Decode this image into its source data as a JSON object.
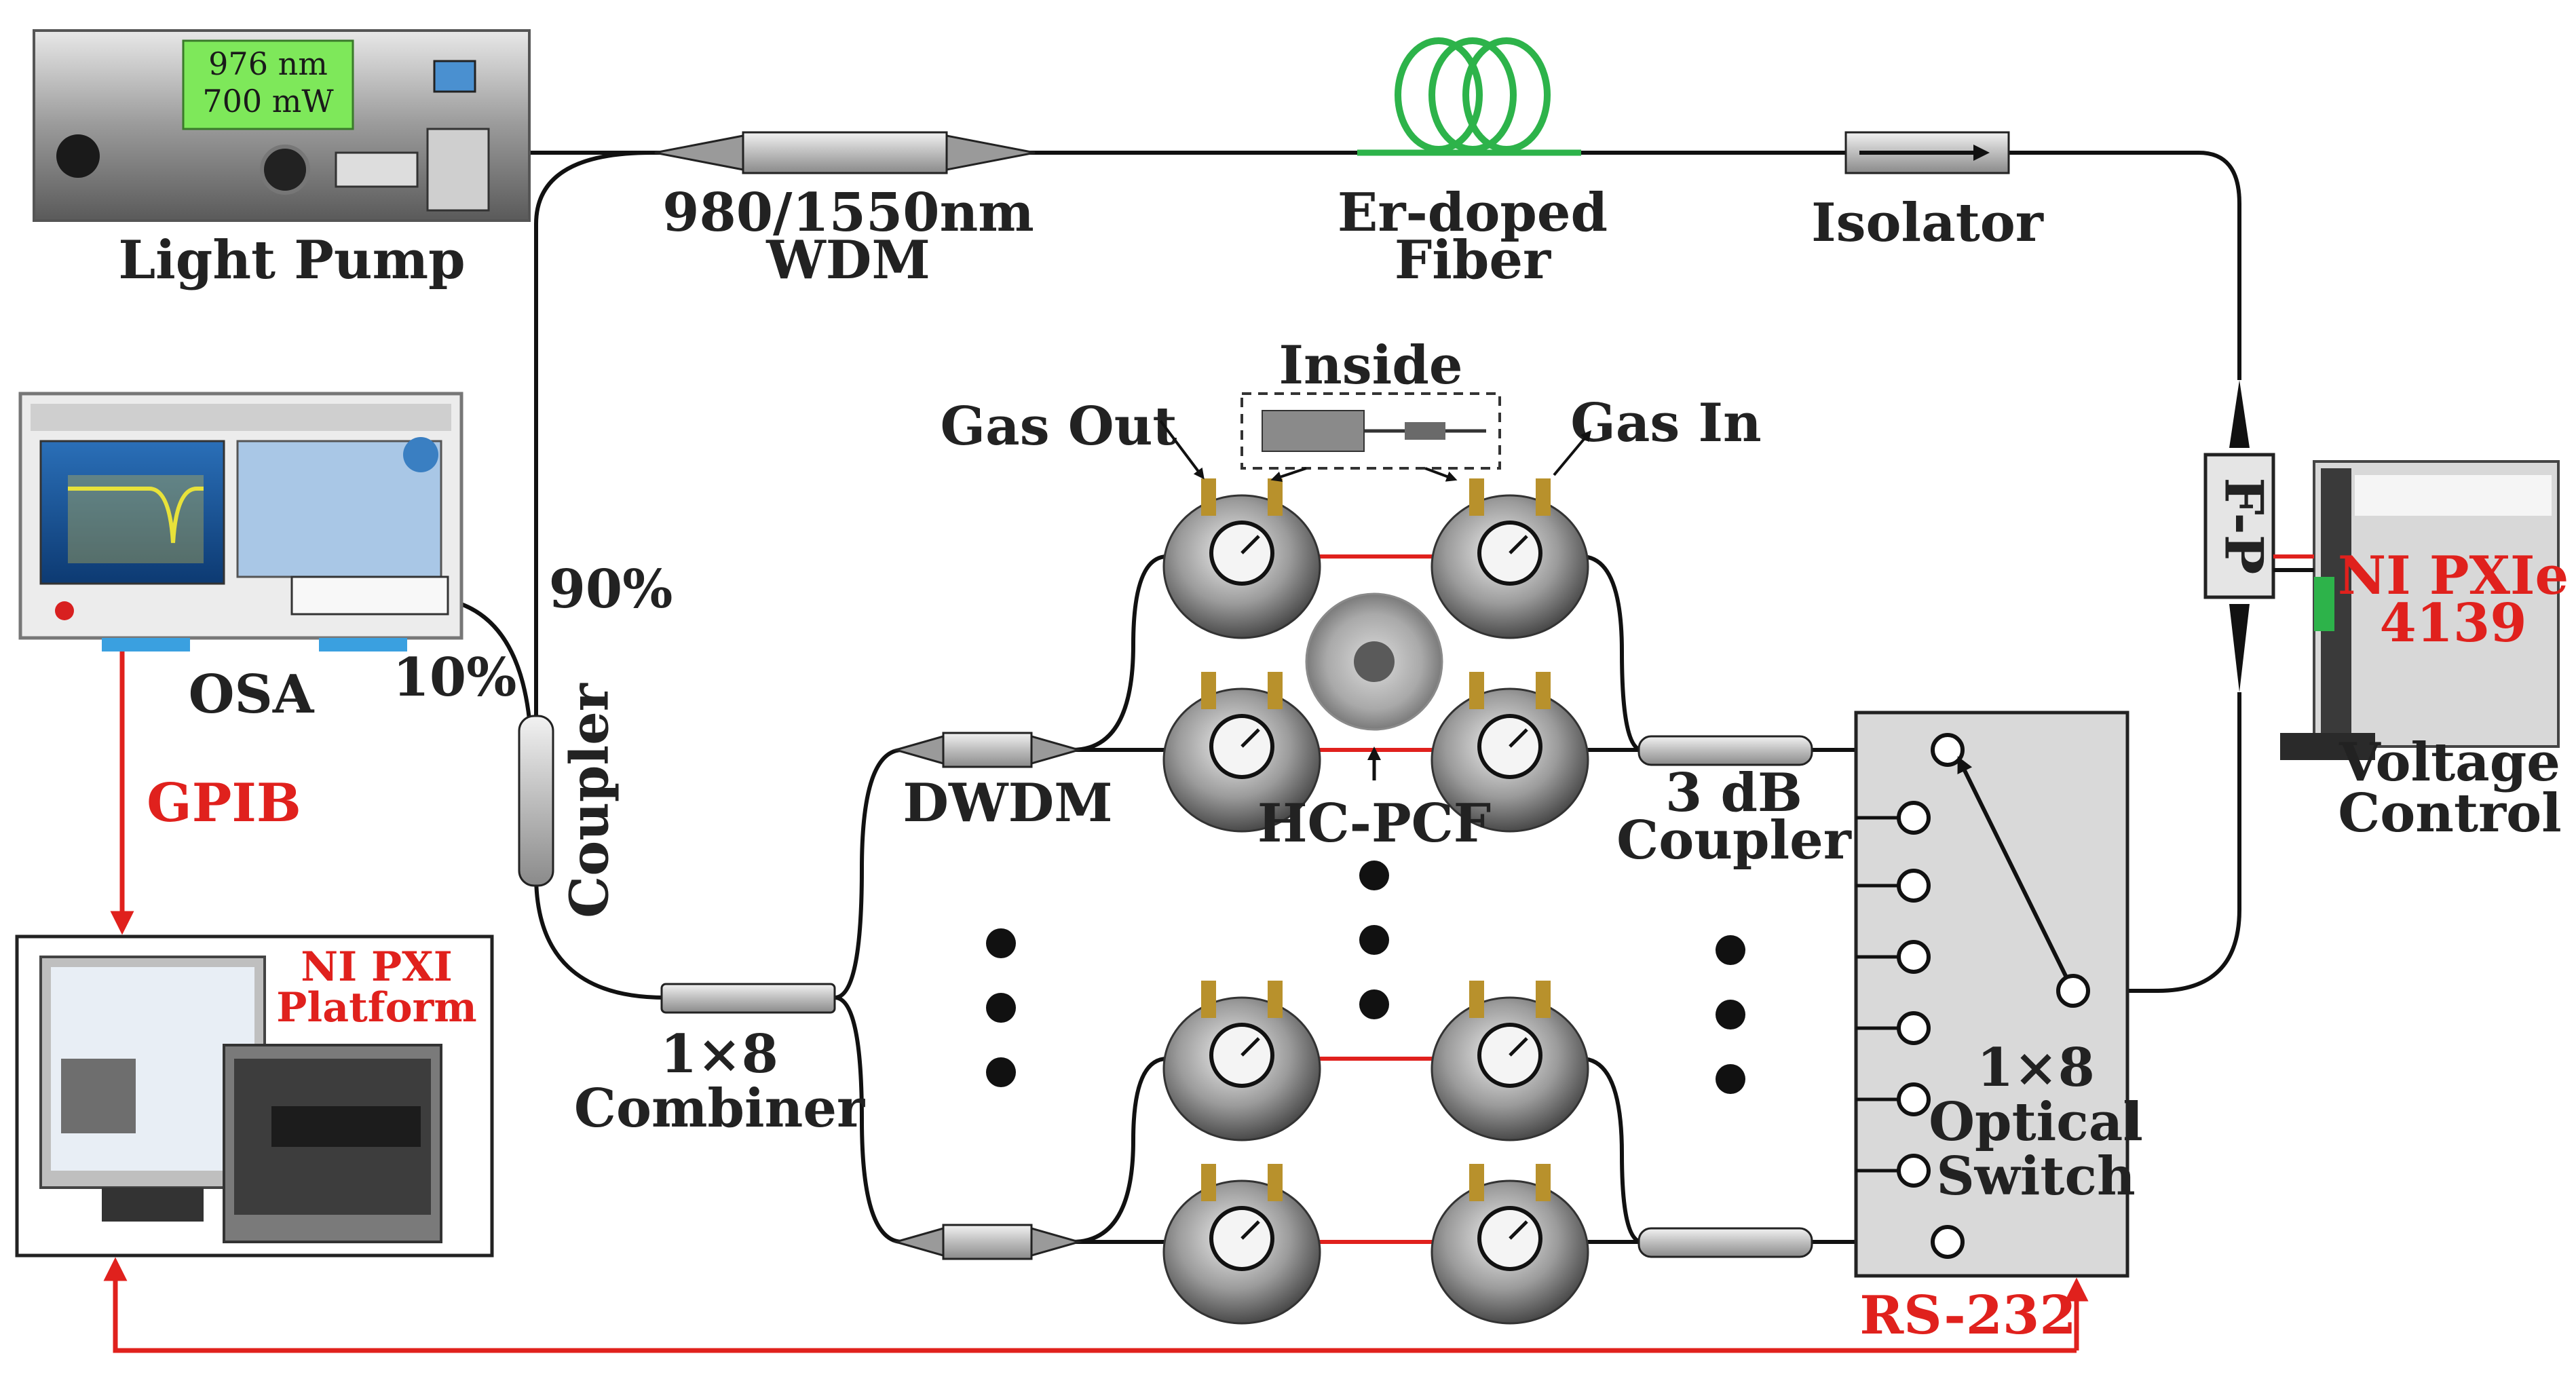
{
  "labels": {
    "light_pump": "Light Pump",
    "pump_wavelength": "976 nm",
    "pump_power": "700 mW",
    "wdm_top": "980/1550nm",
    "wdm_bottom": "WDM",
    "er_fiber_top": "Er-doped",
    "er_fiber_bottom": "Fiber",
    "isolator": "Isolator",
    "inside": "Inside",
    "gas_out": "Gas Out",
    "gas_in": "Gas In",
    "fp": "F-P",
    "ni_pxie_top": "NI PXIe",
    "ni_pxie_bottom": "4139",
    "voltage_top": "Voltage",
    "voltage_bottom": "Control",
    "osa": "OSA",
    "pct90": "90%",
    "pct10": "10%",
    "coupler": "Coupler",
    "gpib": "GPIB",
    "dwdm": "DWDM",
    "hc_pcf": "HC-PCF",
    "coupler3db_top": "3 dB",
    "coupler3db_bottom": "Coupler",
    "ni_pxi_top": "NI PXI",
    "ni_pxi_bottom": "Platform",
    "combiner_top": "1×8",
    "combiner_bottom": "Combiner",
    "switch_l1": "1×8",
    "switch_l2": "Optical",
    "switch_l3": "Switch",
    "rs232": "RS-232"
  },
  "colors": {
    "fiber": "#111111",
    "signal_red": "#e0211d",
    "er_fiber_green": "#2db34a",
    "pump_display": "#7ee85a",
    "switch_fill": "#d9d9d9",
    "component_grey": "#cfcfcf"
  },
  "icons": {
    "gas_cell": "pressure-gauge-icon",
    "pump": "laser-source-icon",
    "osa": "spectrum-analyzer-icon",
    "pxi": "computer-platform-icon",
    "pxie": "pxie-module-icon"
  }
}
